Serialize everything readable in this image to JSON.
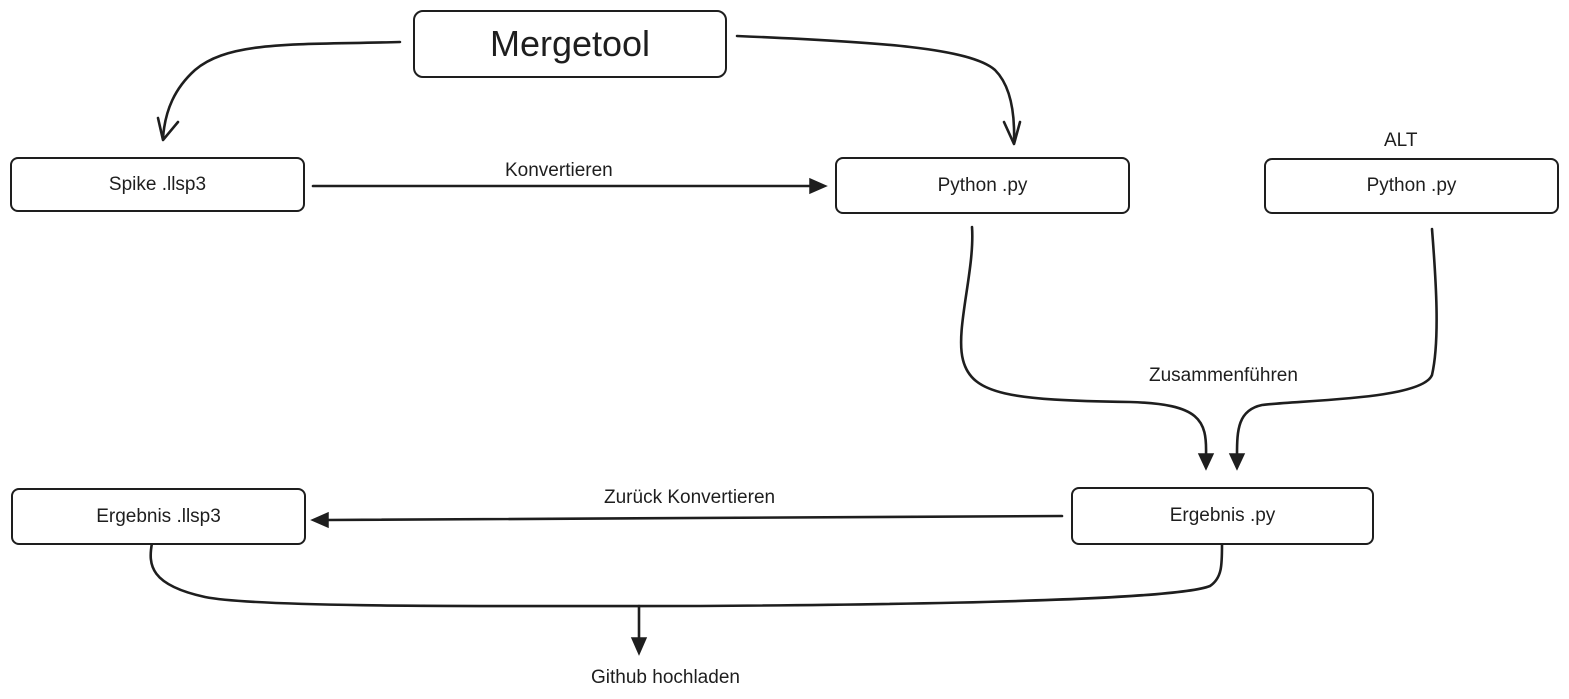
{
  "diagram": {
    "nodes": {
      "mergetool": "Mergetool",
      "spike": "Spike .llsp3",
      "python": "Python .py",
      "python_alt": "Python .py",
      "ergebnis_llsp3": "Ergebnis .llsp3",
      "ergebnis_py": "Ergebnis .py"
    },
    "labels": {
      "alt": "ALT",
      "konvertieren": "Konvertieren",
      "zusammenfuehren": "Zusammenführen",
      "zurueck_konvertieren": "Zurück Konvertieren",
      "github": "Github hochladen"
    }
  }
}
